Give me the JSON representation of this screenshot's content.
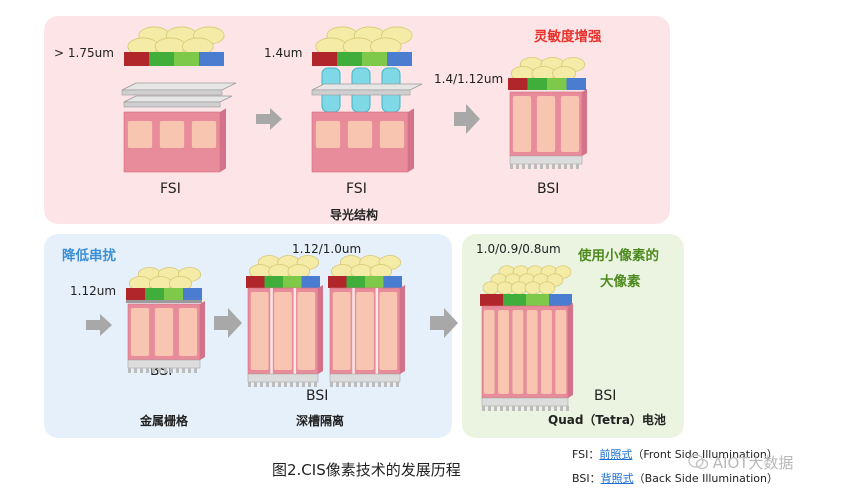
{
  "top_panel": {
    "title": "灵敏度增强",
    "title_color": "#e8322b",
    "cells": [
      {
        "size": "> 1.75um",
        "type": "FSI",
        "caption": ""
      },
      {
        "size": "1.4um",
        "type": "FSI",
        "caption": "导光结构"
      },
      {
        "size": "1.4/1.12um",
        "type": "BSI",
        "caption": ""
      }
    ]
  },
  "bottom_left_panel": {
    "title": "降低串扰",
    "title_color": "#3b8fd6",
    "cells": [
      {
        "size": "1.12um",
        "type": "BSI",
        "caption": "金属栅格"
      },
      {
        "size": "1.12/1.0um",
        "type": "BSI",
        "caption": "深槽隔离"
      }
    ]
  },
  "bottom_right_panel": {
    "title_line1": "使用小像素的",
    "title_line2": "大像素",
    "title_color": "#4e8a1f",
    "size": "1.0/0.9/0.8um",
    "type": "BSI",
    "caption": "Quad（Tetra）电池"
  },
  "figure_caption": "图2.CIS像素技术的发展历程",
  "legend": {
    "fsi_prefix": "FSI：",
    "fsi_link": "前照式",
    "fsi_rest": "（Front Side Illumination）",
    "bsi_prefix": "BSI：",
    "bsi_link": "背照式",
    "bsi_rest": "（Back Side Illumination）"
  },
  "watermark": "AIOT大数据",
  "icons": [
    "arrow-right-icon",
    "pixel-cell-icon",
    "wechat-icon"
  ]
}
